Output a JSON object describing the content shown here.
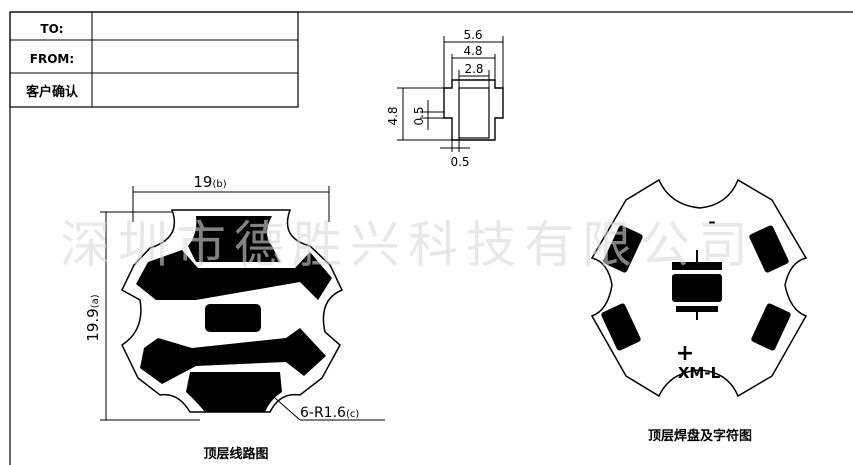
{
  "form": {
    "to_label": "TO:",
    "from_label": "FROM:",
    "confirm_label": "客户确认"
  },
  "dimensions_top": {
    "w1": "5.6",
    "w2": "4.8",
    "w3": "2.8",
    "h1": "4.8",
    "h2": "0.5",
    "bottom": "0.5"
  },
  "left_board": {
    "width_label": "19",
    "width_suffix": "(b)",
    "height_label": "19.9",
    "height_suffix": "(a)",
    "radius_label": "6-R1.6",
    "radius_suffix": "(c)",
    "caption": "顶层线路图"
  },
  "right_board": {
    "minus": "-",
    "plus": "+",
    "model": "XM-L",
    "caption": "顶层焊盘及字符图"
  },
  "watermark": "深圳市德胜兴科技有限公司"
}
